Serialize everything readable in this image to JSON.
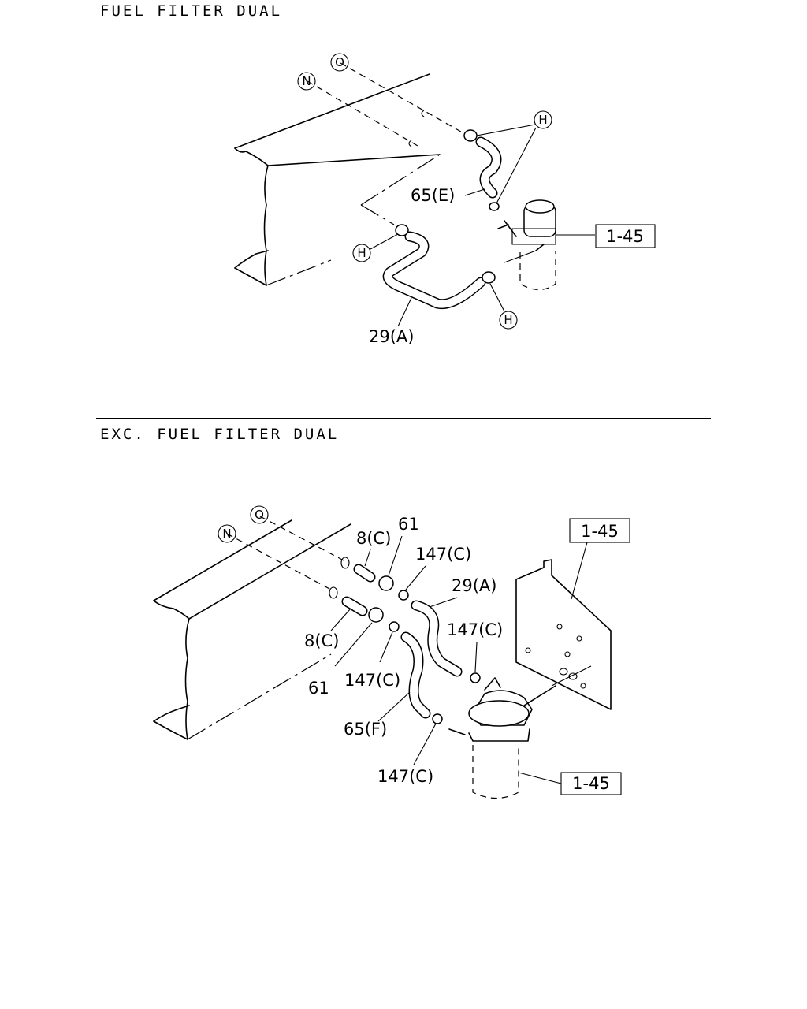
{
  "sections": {
    "top_title": "FUEL FILTER DUAL",
    "bottom_title": "EXC. FUEL FILTER DUAL"
  },
  "top_diagram": {
    "ref_o": "O",
    "ref_n": "N",
    "ref_h": "H",
    "part_hose_e": "65(E)",
    "part_hose_a": "29(A)",
    "box_filter": "1-45"
  },
  "bottom_diagram": {
    "ref_o": "O",
    "ref_n": "N",
    "part_pipe_upper": "8(C)",
    "part_pipe_lower": "8(C)",
    "part_clip_upper": "61",
    "part_clip_lower": "61",
    "part_clamp_1": "147(C)",
    "part_clamp_2": "147(C)",
    "part_clamp_3": "147(C)",
    "part_clamp_4": "147(C)",
    "part_hose_a": "29(A)",
    "part_hose_f": "65(F)",
    "box_bracket": "1-45",
    "box_filter": "1-45"
  }
}
